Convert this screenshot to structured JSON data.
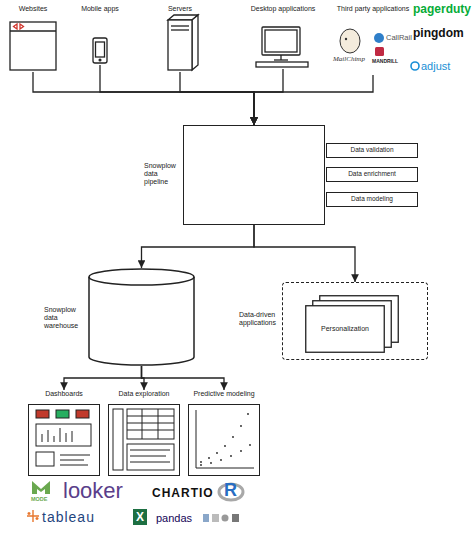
{
  "diagram": {
    "nodes": [
      {
        "text": [
          "Websites"
        ]
      },
      {
        "text": [
          "Mobile apps"
        ]
      },
      {
        "text": [
          "Servers"
        ]
      },
      {
        "text": [
          "Desktop applications"
        ]
      },
      {
        "text": [
          "Third party applications"
        ]
      },
      {
        "text": [
          "Snowplow data pipeline"
        ]
      },
      {
        "text": [
          "Data validation"
        ]
      },
      {
        "text": [
          "Data enrichment"
        ]
      },
      {
        "text": [
          "Data modeling"
        ]
      },
      {
        "text": [
          "Snowplow data warehouse"
        ]
      },
      {
        "text": [
          "Data-driven applications"
        ]
      },
      {
        "text": [
          "Personalization"
        ],
        "in": 10
      },
      {
        "text": [
          "Dashboards"
        ]
      },
      {
        "text": [
          "Data exploration"
        ]
      },
      {
        "text": [
          "Predictive modeling"
        ]
      }
    ],
    "edges": [
      {
        "from": 0,
        "to": 5,
        "arrow": "to"
      },
      {
        "from": 1,
        "to": 5,
        "arrow": "to"
      },
      {
        "from": 2,
        "to": 5,
        "arrow": "to"
      },
      {
        "from": 3,
        "to": 5,
        "arrow": "to"
      },
      {
        "from": 4,
        "to": 5,
        "arrow": "to"
      },
      {
        "from": 5,
        "to": 9,
        "arrow": "to"
      },
      {
        "from": 5,
        "to": 10,
        "arrow": "to"
      },
      {
        "from": 9,
        "to": 12,
        "arrow": "to"
      },
      {
        "from": 9,
        "to": 13,
        "arrow": "to"
      },
      {
        "from": 9,
        "to": 14,
        "arrow": "to"
      }
    ],
    "labels": [
      "MailChimp",
      "CallRail",
      "MANDRILL",
      "pagerduty",
      "pingdom",
      "adjust",
      "MODE",
      "looker",
      "CHARTIO",
      "R",
      "tableau",
      "X",
      "pandas"
    ]
  }
}
